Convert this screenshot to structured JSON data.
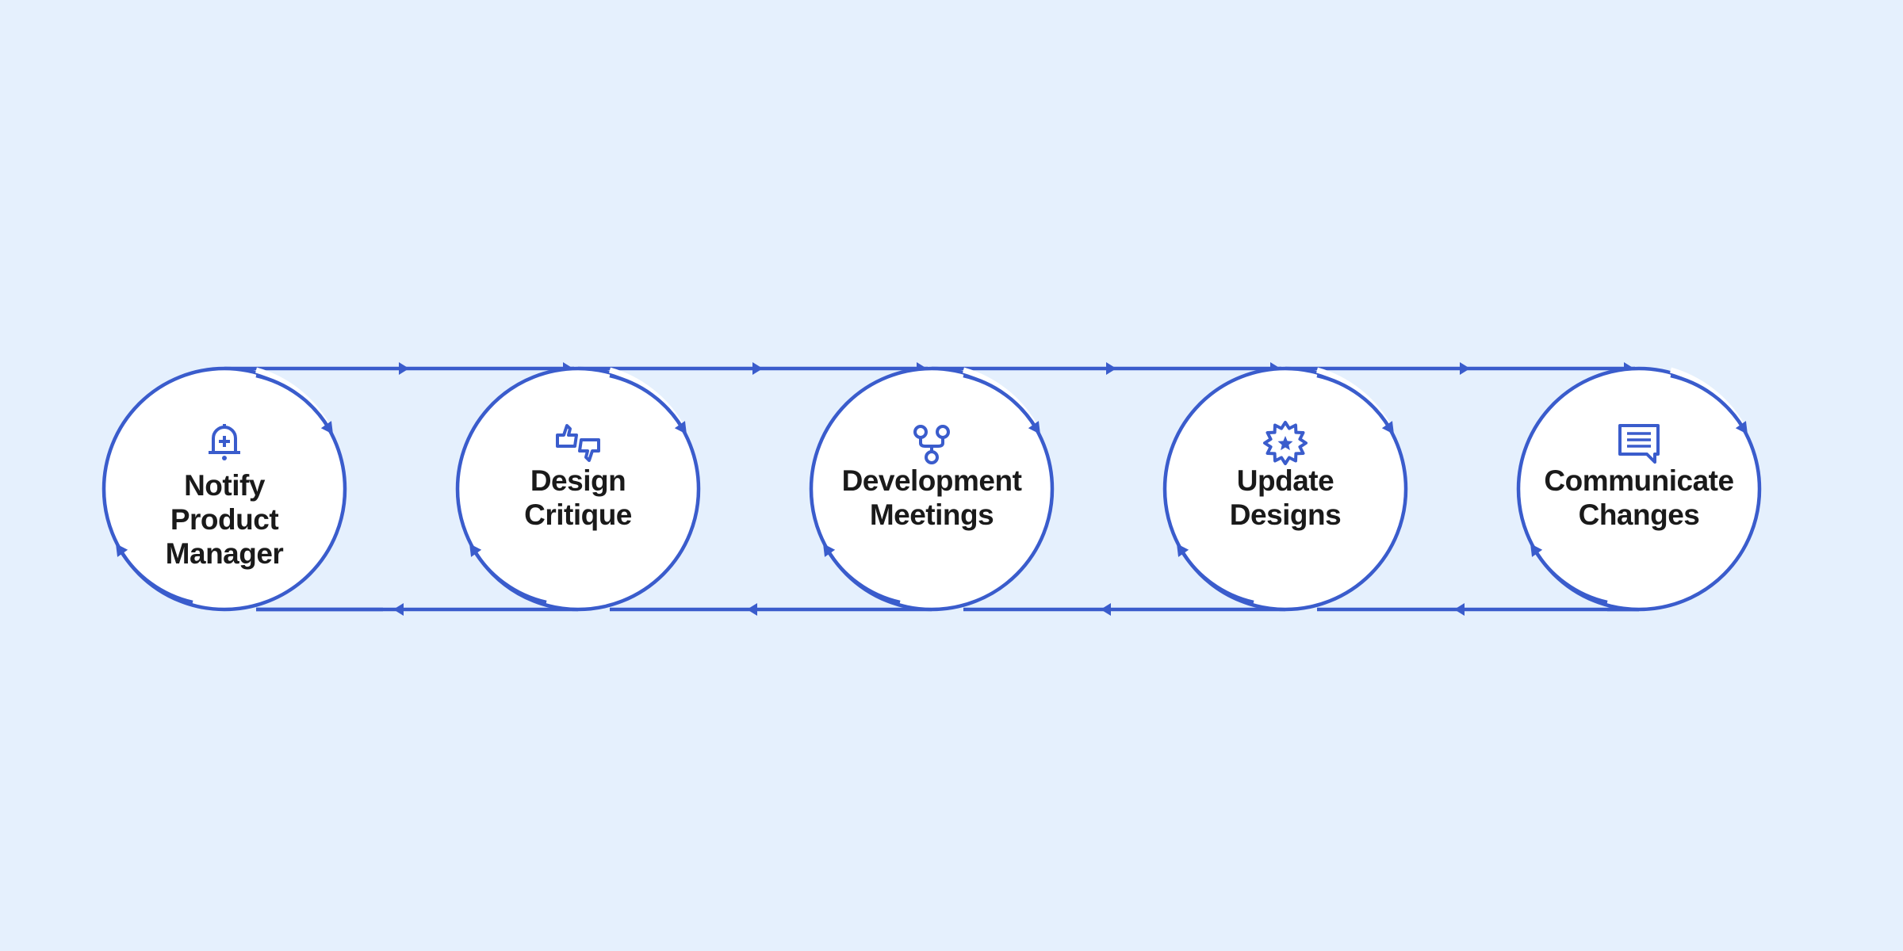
{
  "diagram": {
    "type": "cyclic-process",
    "accent_color": "#3a5ccc",
    "background_color": "#e5f0fd",
    "node_fill": "#ffffff",
    "text_color": "#1a1a1a",
    "steps": [
      {
        "label": "Notify\nProduct\nManager",
        "icon": "bell-plus-icon"
      },
      {
        "label": "Design\nCritique",
        "icon": "thumbs-up-down-icon"
      },
      {
        "label": "Development\nMeetings",
        "icon": "git-branch-icon"
      },
      {
        "label": "Update\nDesigns",
        "icon": "star-badge-icon"
      },
      {
        "label": "Communicate\nChanges",
        "icon": "chat-message-icon"
      }
    ]
  }
}
